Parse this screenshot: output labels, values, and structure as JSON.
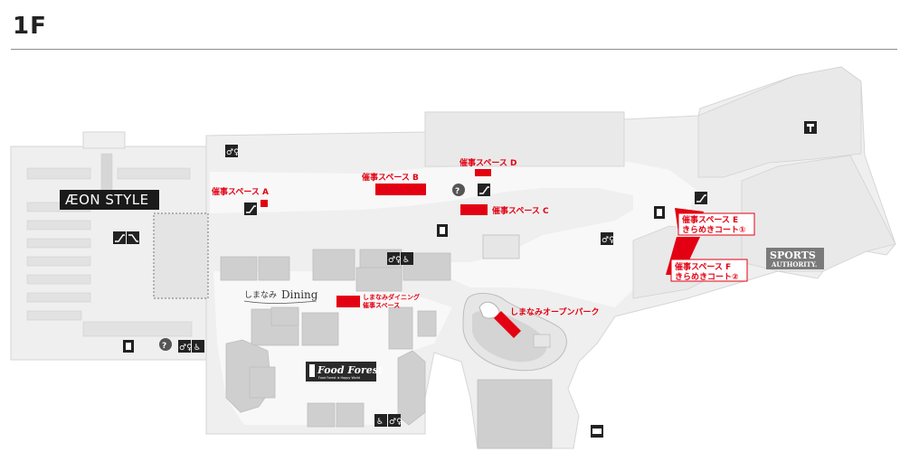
{
  "floor": {
    "title": "1F"
  },
  "stores": {
    "aeon_style": "ÆON STYLE",
    "sports_authority_line1": "SPORTS",
    "sports_authority_line2": "AUTHORITY.",
    "food_forest": "Food Forest",
    "food_forest_tagline": "Food Forest is Happy World",
    "dining_prefix": "しまなみ",
    "dining_word": "Dining"
  },
  "event_spaces": {
    "a": "催事スペース A",
    "b": "催事スペース B",
    "c": "催事スペース C",
    "d": "催事スペース D",
    "e_line1": "催事スペース E",
    "e_line2": "きらめきコート①",
    "f_line1": "催事スペース F",
    "f_line2": "きらめきコート②",
    "dining_line1": "しまなみダイニング",
    "dining_line2": "催事スペース",
    "open_park": "しまなみオープンパーク"
  },
  "icons": {
    "info": "?",
    "accent_red": "#e30012",
    "icon_dark": "#222222"
  }
}
